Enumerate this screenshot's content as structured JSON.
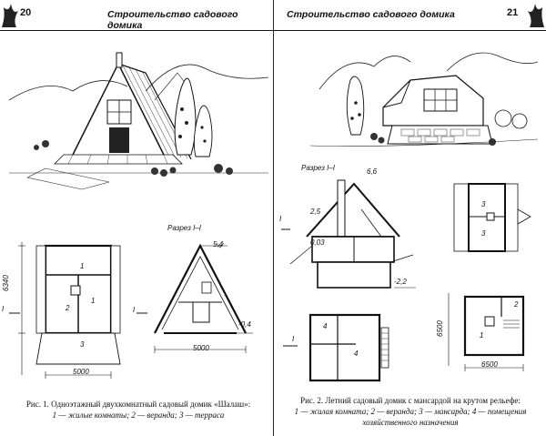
{
  "left_page": {
    "page_number": "20",
    "running_title": "Строительство садового домика",
    "section_label": "Разрез I–I",
    "dims": {
      "height_total": "6340",
      "width_plan": "5000",
      "width_section": "5000",
      "elev_top": "5,4",
      "elev_bottom": "-0,4",
      "axis_mark": "I"
    },
    "room_nums": [
      "1",
      "2",
      "1",
      "3"
    ],
    "caption_line1": "Рис. 1. Одноэтажный двухкомнатный садовый домик «Шалаш»:",
    "caption_line2": "1 — жилые комнаты; 2 — веранда; 3 — терраса"
  },
  "right_page": {
    "page_number": "21",
    "running_title": "Строительство садового домика",
    "section_label": "Разрез I–I",
    "dims": {
      "elev_top": "6,6",
      "elev_2": "2,5",
      "elev_3": "0,03",
      "elev_4": "-2,2",
      "plan_height": "6500",
      "plan_width": "6500",
      "axis_mark": "I"
    },
    "room_nums": [
      "3",
      "3",
      "4",
      "4",
      "1",
      "2"
    ],
    "caption_line1": "Рис. 2. Летний садовый домик с мансардой на крутом рельефе:",
    "caption_line2": "1 — жилая комната; 2 — веранда; 3 — мансарда; 4 — помещения",
    "caption_line3": "хозяйственного назначения"
  }
}
